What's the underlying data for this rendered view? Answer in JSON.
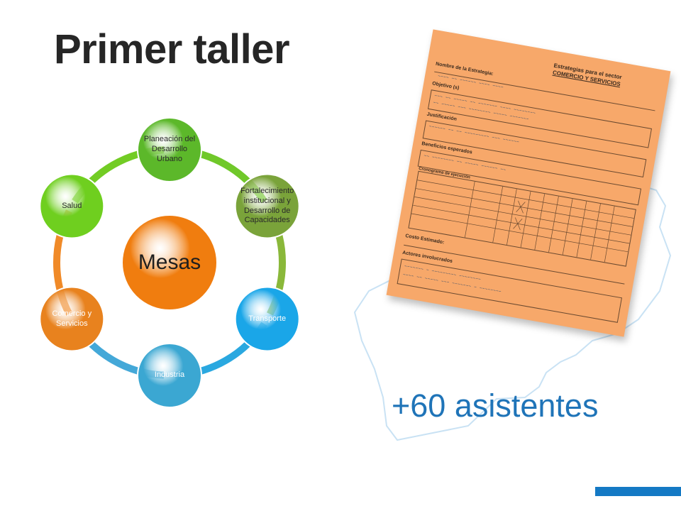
{
  "title": "Primer taller",
  "attendees": "+60 asistentes",
  "diagram": {
    "center": {
      "label": "Mesas",
      "color": "#f07d0f"
    },
    "nodes": [
      {
        "label": "Planeación del Desarrollo Urbano",
        "color": "#5cb82a"
      },
      {
        "label": "Fortalecimiento institucional y Desarrollo de Capacidades",
        "color": "#7aa33a"
      },
      {
        "label": "Transporte",
        "color": "#1aa6e8"
      },
      {
        "label": "Industria",
        "color": "#3ba7d2"
      },
      {
        "label": "Comercio y Servicios",
        "color": "#e8821e"
      },
      {
        "label": "Salud",
        "color": "#6fcf1f"
      }
    ],
    "ring_colors": [
      "#70c82a",
      "#8ab83a",
      "#2aa8e0",
      "#44a8d8",
      "#f08a28",
      "#72cc24"
    ]
  },
  "form": {
    "heading_line1": "Estrategias para el sector",
    "heading_line2": "COMERCIO Y SERVICIOS",
    "fields": [
      "Nombre de la Estrategia:",
      "Objetivo (s)",
      "Justificación",
      "Beneficios esperados",
      "Cronograma de ejecución",
      "Costo Estimado:",
      "Actores involucrados"
    ]
  },
  "accent_color": "#1479c4"
}
